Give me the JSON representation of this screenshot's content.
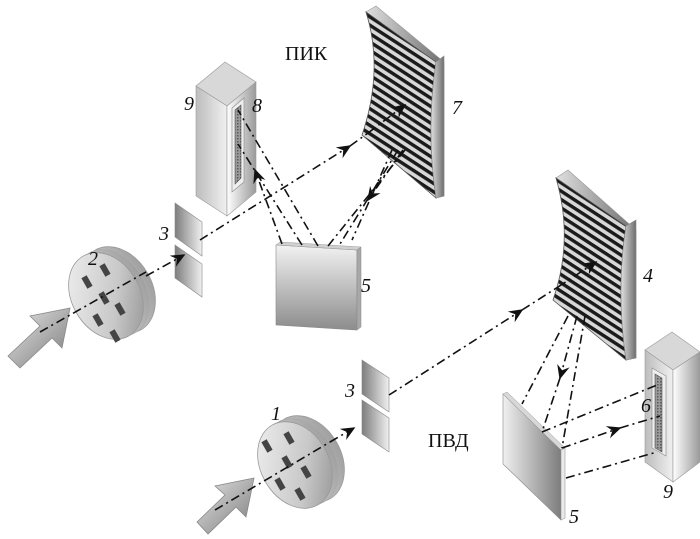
{
  "diagram": {
    "sections": [
      {
        "id": "pik",
        "title": "ПИК"
      },
      {
        "id": "pvd",
        "title": "ПВД"
      }
    ],
    "labels": {
      "filter_top": "2",
      "filter_bottom": "1",
      "slit_top": "3",
      "slit_bottom": "3",
      "grating_top": "7",
      "grating_bottom": "4",
      "mirror_top": "5",
      "mirror_bottom": "5",
      "detector_top_housing": "9",
      "detector_top_array": "8",
      "detector_bottom_array": "6",
      "detector_bottom_housing": "9"
    },
    "components": [
      {
        "id": "input-arrow-top",
        "type": "incident-light-arrow"
      },
      {
        "id": "filter-wheel-top",
        "type": "filter-wheel",
        "label": "2"
      },
      {
        "id": "slit-top",
        "type": "entrance-slit",
        "label": "3"
      },
      {
        "id": "grating-top",
        "type": "concave-diffraction-grating",
        "label": "7"
      },
      {
        "id": "mirror-top",
        "type": "flat-mirror",
        "label": "5"
      },
      {
        "id": "detector-top",
        "type": "linear-detector-array",
        "label": "8",
        "housing_label": "9"
      },
      {
        "id": "input-arrow-bottom",
        "type": "incident-light-arrow"
      },
      {
        "id": "filter-wheel-bottom",
        "type": "filter-wheel",
        "label": "1"
      },
      {
        "id": "slit-bottom",
        "type": "entrance-slit",
        "label": "3"
      },
      {
        "id": "grating-bottom",
        "type": "concave-diffraction-grating",
        "label": "4"
      },
      {
        "id": "mirror-bottom",
        "type": "flat-mirror",
        "label": "5"
      },
      {
        "id": "detector-bottom",
        "type": "linear-detector-array",
        "label": "6",
        "housing_label": "9"
      }
    ]
  }
}
